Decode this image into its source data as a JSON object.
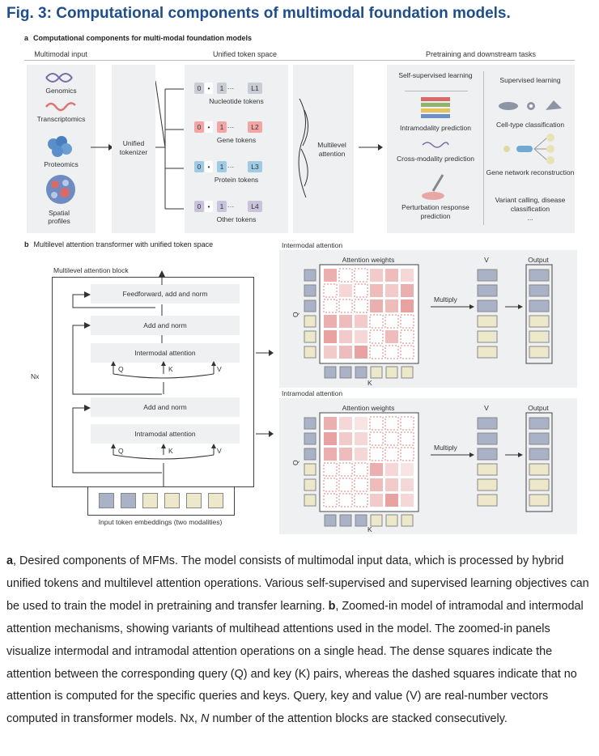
{
  "title": "Fig. 3: Computational components of multimodal foundation models.",
  "panel_a": {
    "letter": "a",
    "title": "Computational components for multi-modal foundation models",
    "headers": {
      "multimodal_input": "Multimodal input",
      "unified_token_space": "Unified token space",
      "pretraining": "Pretraining and downstream tasks"
    },
    "inputs": [
      "Genomics",
      "Transcriptomics",
      "Proteomics",
      "Spatial profiles"
    ],
    "tokenizer": "Unified tokenizer",
    "token_rows": [
      {
        "t0": "0",
        "t1": "1",
        "dots": "···",
        "last": "L1",
        "label": "Nucleotide tokens",
        "color": "#c9ccd4"
      },
      {
        "t0": "0",
        "t1": "1",
        "dots": "···",
        "last": "L2",
        "label": "Gene tokens",
        "color": "#f2a5a5"
      },
      {
        "t0": "0",
        "t1": "1",
        "dots": "···",
        "last": "L3",
        "label": "Protein tokens",
        "color": "#9fcbe4"
      },
      {
        "t0": "0",
        "t1": "1",
        "dots": "···",
        "last": "L4",
        "label": "Other tokens",
        "color": "#c9c2dc"
      }
    ],
    "token_sep": "•",
    "multilevel_attention": "Multilevel attention",
    "self_supervised": "Self-supervised learning",
    "supervised": "Supervised learning",
    "tasks_left": [
      "Intramodality prediction",
      "Cross-modality prediction",
      "Perturbation response prediction"
    ],
    "tasks_right": [
      "Cell-type classification",
      "Gene network reconstruction",
      "Variant calling, disease classification",
      "..."
    ]
  },
  "panel_b": {
    "letter": "b",
    "title": "Multilevel attention transformer with unified token space",
    "block_title": "Multilevel attention block",
    "ff": "Feedforward, add and norm",
    "add_norm": "Add and norm",
    "intermodal": "Intermodal attention",
    "intramodal": "Intramodal attention",
    "q": "Q",
    "k": "K",
    "v": "V",
    "nx": "Nx",
    "input_embeddings": "Input token embeddings (two modalities)",
    "intermodal_panel": "Intermodal attention",
    "intramodal_panel": "Intramodal attention",
    "attention_weights": "Attention weights",
    "v_label": "V",
    "output": "Output",
    "multiply": "Multiply",
    "q_axis": "Q",
    "k_axis": "K",
    "blue": "#a9b2c6",
    "cream": "#ece8c9",
    "dense": "#e07a7a",
    "dashed": "#e08080"
  },
  "caption": {
    "a_letter": "a",
    "a_text": ", Desired components of MFMs. The model consists of multimodal input data, which is processed by hybrid unified tokens and multilevel attention operations. Various self-supervised and supervised learning objectives can be used to train the model in pretraining and transfer learning. ",
    "b_letter": "b",
    "b_text": ", Zoomed-in model of intramodal and intermodal attention mechanisms, showing variants of multihead attentions used in the model. The zoomed-in panels visualize intermodal and intramodal attention operations on a single head. The dense squares indicate the attention between the corresponding query (Q) and key (K) pairs, whereas the dashed squares indicate that no attention is computed for the specific queries and keys. Query, key and value (V) are real-number vectors computed in transformer models. Nx, ",
    "n_italic": "N",
    "end_text": " number of the attention blocks are stacked consecutively."
  }
}
